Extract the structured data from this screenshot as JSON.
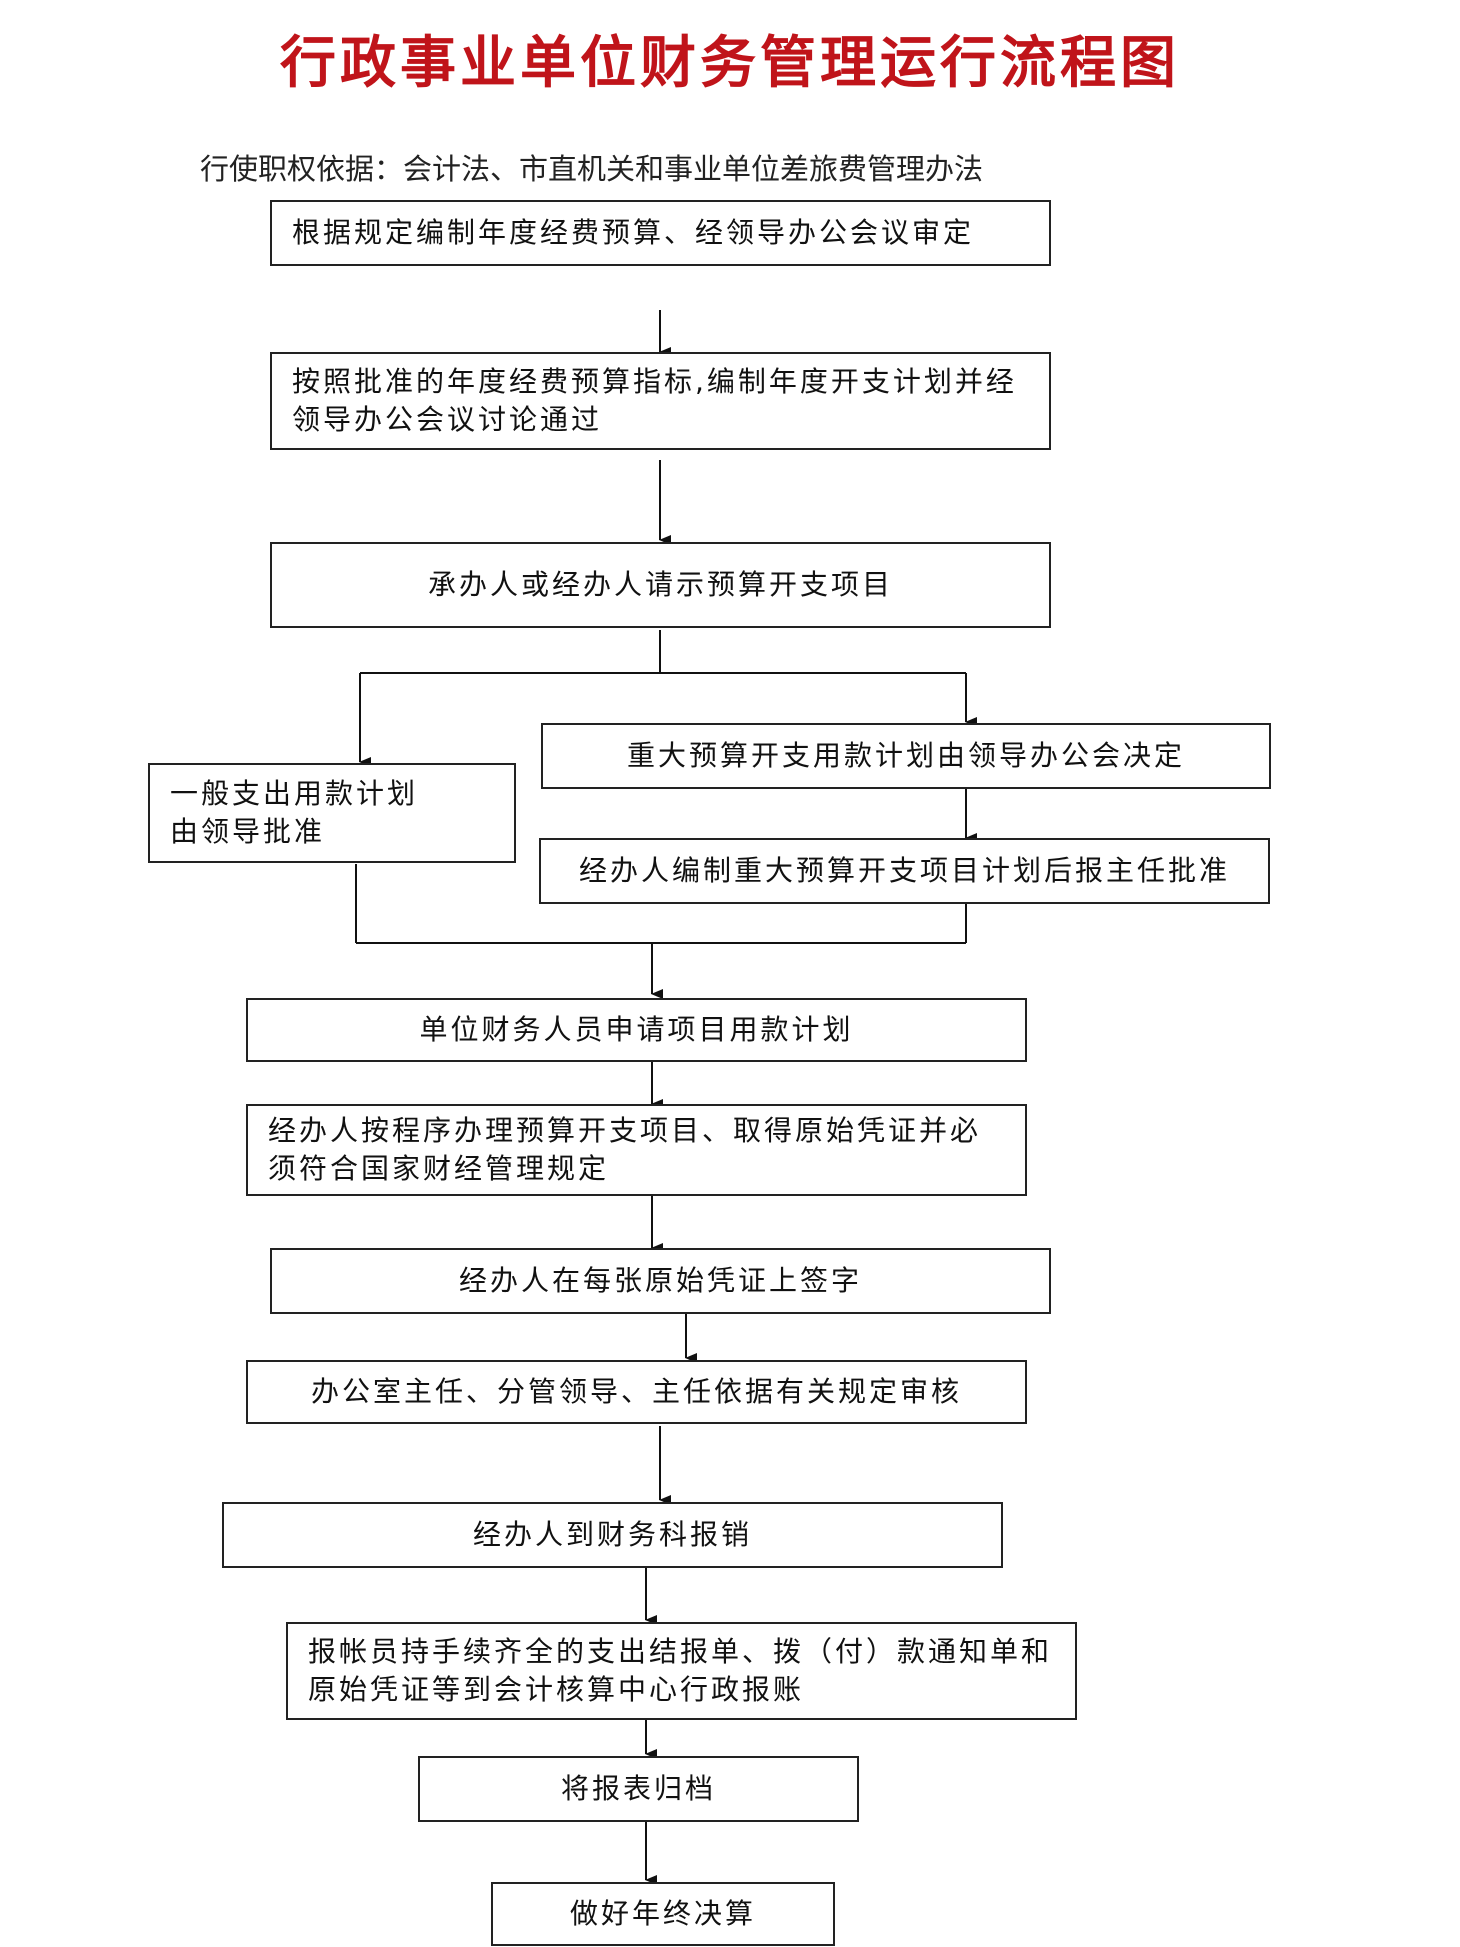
{
  "title": "行政事业单位财务管理运行流程图",
  "basis": "行使职权依据：会计法、市直机关和事业单位差旅费管理办法",
  "steps": {
    "s1": "根据规定编制年度经费预算、经领导办公会议审定",
    "s2": "按照批准的年度经费预算指标,编制年度开支计划并经领导办公会议讨论通过",
    "s3": "承办人或经办人请示预算开支项目",
    "s4": "一般支出用款计划由领导批准",
    "s5": "重大预算开支用款计划由领导办公会决定",
    "s6": "经办人编制重大预算开支项目计划后报主任批准",
    "s7": "单位财务人员申请项目用款计划",
    "s8": "经办人按程序办理预算开支项目、取得原始凭证并必须符合国家财经管理规定",
    "s9": "经办人在每张原始凭证上签字",
    "s10": "办公室主任、分管领导、主任依据有关规定审核",
    "s11": "经办人到财务科报销",
    "s12": "报帐员持手续齐全的支出结报单、拨（付）款通知单和原始凭证等到会计核算中心行政报账",
    "s13": "将报表归档",
    "s14": "做好年终决算"
  }
}
